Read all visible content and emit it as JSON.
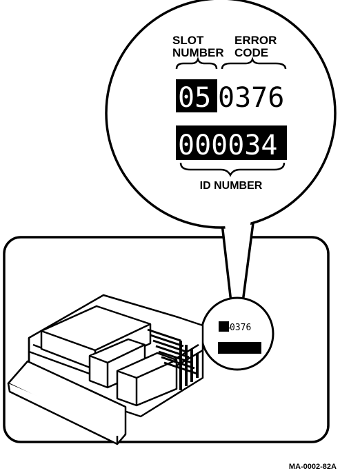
{
  "callout": {
    "slot_label_line1": "SLOT",
    "slot_label_line2": "NUMBER",
    "error_label_line1": "ERROR",
    "error_label_line2": "CODE",
    "slot_number": "05",
    "error_code": "0376",
    "id_highlighted": "000034",
    "id_label": "ID NUMBER"
  },
  "screen": {
    "line1_highlighted": "05",
    "line1_rest": "0376",
    "line2_highlighted": "000034"
  },
  "figure_id": "MA-0002-82A",
  "colors": {
    "ink": "#000000",
    "paper": "#ffffff"
  }
}
